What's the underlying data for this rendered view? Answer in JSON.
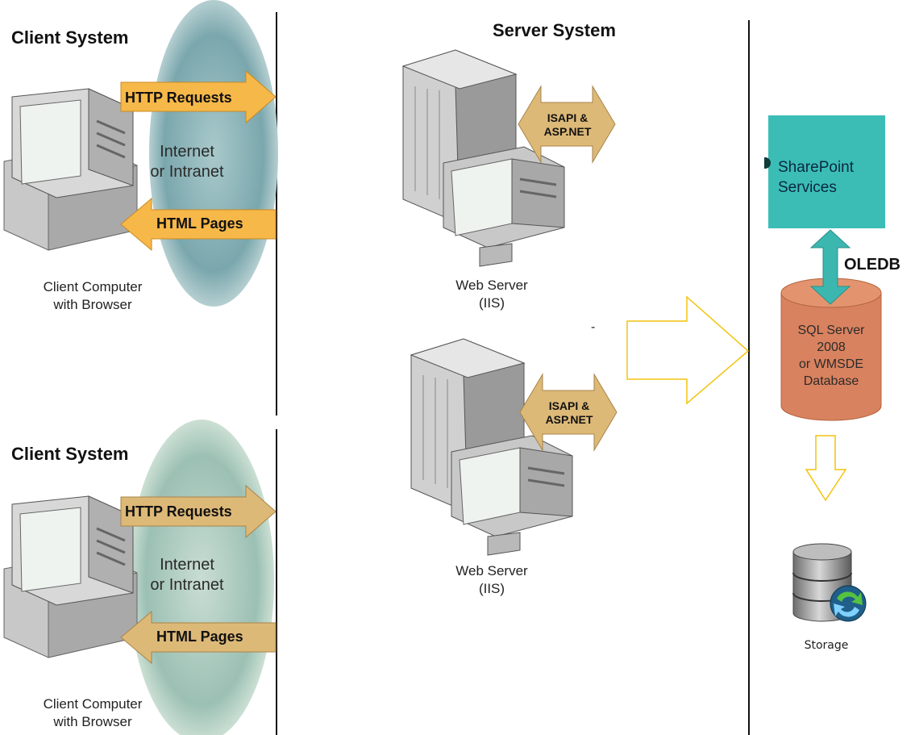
{
  "top_client": {
    "title": "Client System",
    "request_label": "HTTP Requests",
    "response_label": "HTML Pages",
    "network_line1": "Internet",
    "network_line2": "or Intranet",
    "computer_line1": "Client Computer",
    "computer_line2": "with Browser"
  },
  "bottom_client": {
    "title": "Client System",
    "request_label": "HTTP Requests",
    "response_label": "HTML Pages",
    "network_line1": "Internet",
    "network_line2": "or Intranet",
    "computer_line1": "Client Computer",
    "computer_line2": "with Browser"
  },
  "server_system": {
    "title": "Server System",
    "servers": [
      {
        "isapi_line1": "ISAPI &",
        "isapi_line2": "ASP.NET",
        "label_line1": "Web Server",
        "label_line2": "(IIS)"
      },
      {
        "isapi_line1": "ISAPI &",
        "isapi_line2": "ASP.NET",
        "label_line1": "Web Server",
        "label_line2": "(IIS)"
      }
    ],
    "stray_mark": "-"
  },
  "backend": {
    "sharepoint_line1": "SharePoint",
    "sharepoint_line2": "Services",
    "connector_label": "OLEDB",
    "database_lines": [
      "SQL Server",
      "2008",
      "or WMSDE",
      "Database"
    ],
    "storage_label": "Storage"
  },
  "colors": {
    "arrow_orange": "#f7b84a",
    "arrow_tan": "#ddb978",
    "network_blob": "#7aa7ad",
    "network_blob_bottom": "#9cc0b4",
    "sharepoint_box": "#3bbdb6",
    "oledb_arrow": "#3cb7b0",
    "database_fill": "#d9825f",
    "flow_arrow_outline": "#f2c40f"
  }
}
